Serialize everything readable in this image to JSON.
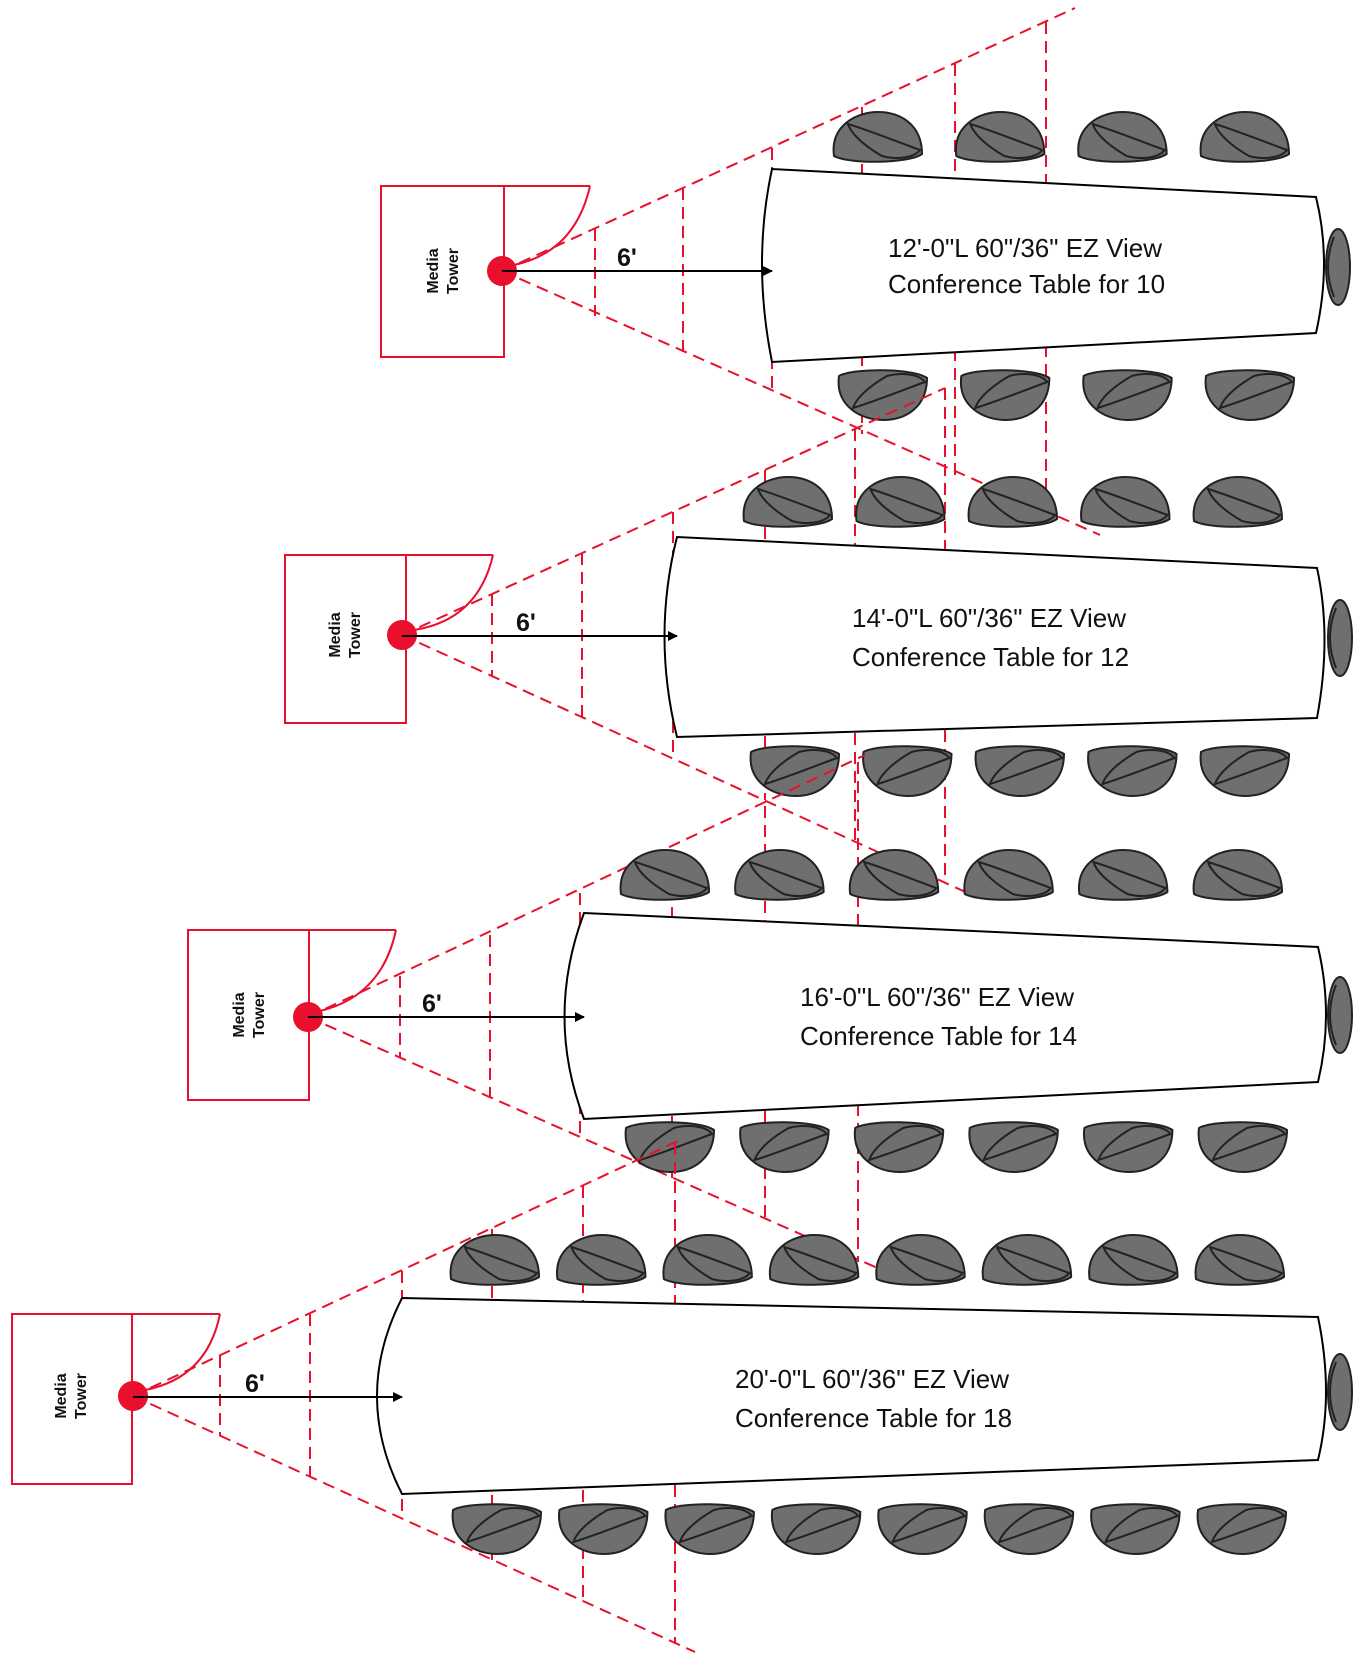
{
  "colors": {
    "accent": "#e8102c",
    "chair_fill": "#6f6f6f",
    "chair_stroke": "#222222",
    "line": "#000000"
  },
  "layouts": [
    {
      "tower_label_1": "Media",
      "tower_label_2": "Tower",
      "distance": "6'",
      "table_line_1": "12'-0\"L 60\"/36\" EZ View",
      "table_line_2": "Conference Table for 10",
      "seats": 10
    },
    {
      "tower_label_1": "Media",
      "tower_label_2": "Tower",
      "distance": "6'",
      "table_line_1": "14'-0\"L 60\"/36\" EZ View",
      "table_line_2": "Conference Table for 12",
      "seats": 12
    },
    {
      "tower_label_1": "Media",
      "tower_label_2": "Tower",
      "distance": "6'",
      "table_line_1": "16'-0\"L 60\"/36\" EZ View",
      "table_line_2": "Conference Table for 14",
      "seats": 14
    },
    {
      "tower_label_1": "Media",
      "tower_label_2": "Tower",
      "distance": "6'",
      "table_line_1": "20'-0\"L 60\"/36\" EZ View",
      "table_line_2": "Conference Table for 18",
      "seats": 18
    }
  ]
}
